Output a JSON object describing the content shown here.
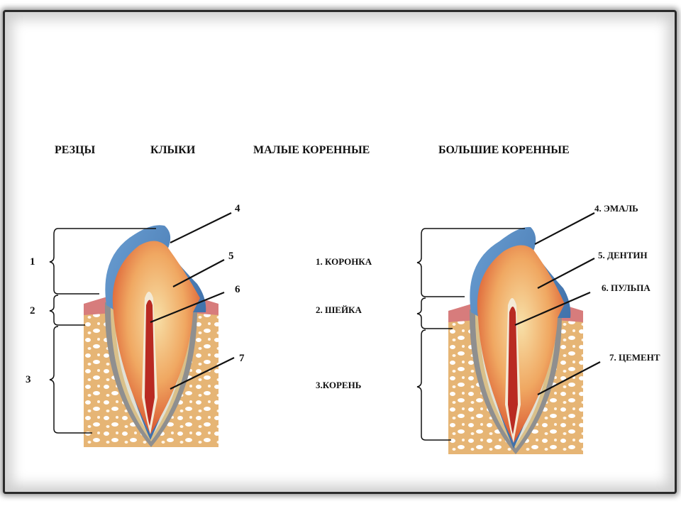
{
  "headers": {
    "incisors": "РЕЗЦЫ",
    "canines": "КЛЫКИ",
    "premolars": "МАЛЫЕ КОРЕННЫЕ",
    "molars": "БОЛЬШИЕ КОРЕННЫЕ"
  },
  "left_tooth": {
    "bracket_labels": [
      "1",
      "2",
      "3"
    ],
    "pointer_labels": [
      "4",
      "5",
      "6",
      "7"
    ]
  },
  "center_legend": {
    "crown": "1. КОРОНКА",
    "neck": "2. ШЕЙКА",
    "root": "3.КОРЕНЬ"
  },
  "right_tooth": {
    "enamel": "4. ЭМАЛЬ",
    "dentin": "5.  ДЕНТИН",
    "pulp": "6.  ПУЛЬПА",
    "cement": "7.  ЦЕМЕНТ"
  },
  "colors": {
    "enamel": "#4a7fb5",
    "dentin": "#e8a060",
    "pulp": "#c0281e",
    "bone": "#e8b878",
    "gum": "#d87878",
    "cement": "#9a9a9a"
  }
}
